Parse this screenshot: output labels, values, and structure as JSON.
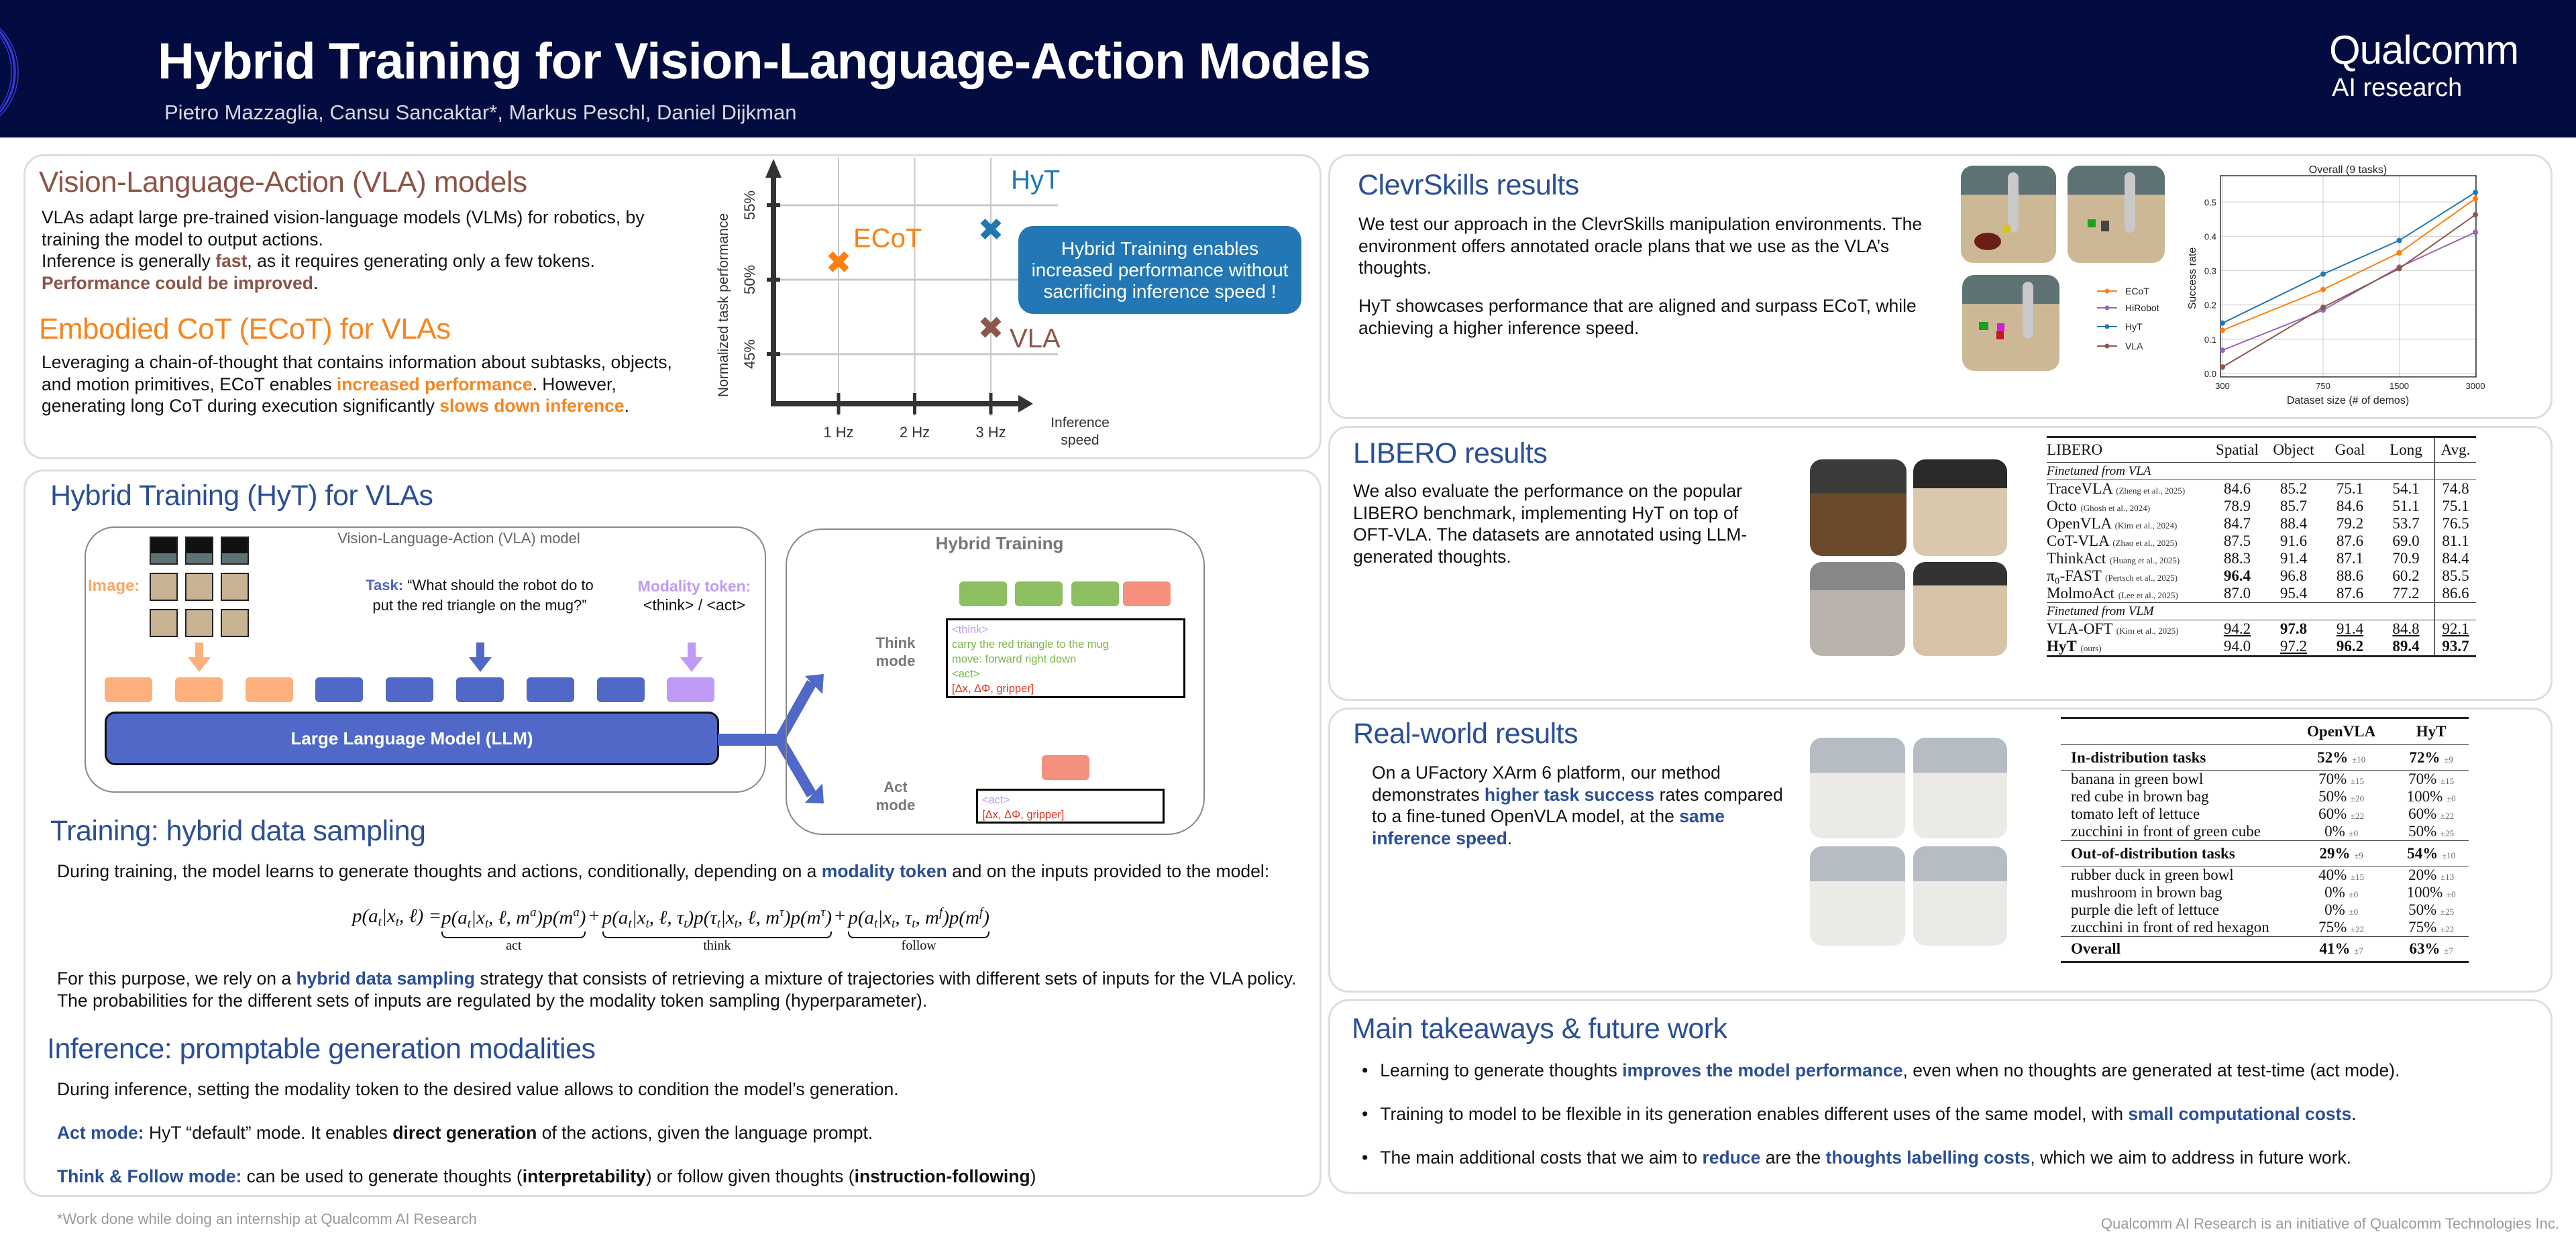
{
  "header": {
    "title": "Hybrid Training for Vision-Language-Action Models",
    "authors": "Pietro Mazzaglia, Cansu Sancaktar*, Markus Peschl, Daniel Dijkman",
    "logo_brand": "Qualcomm",
    "logo_sub": "AI research"
  },
  "colors": {
    "header_bg": "#020c40",
    "heading_blue": "#2b4f96",
    "vla_brown": "#8b5446",
    "ecot_orange": "#f7851f",
    "callout_blue": "#2377b5"
  },
  "vla": {
    "heading": "Vision-Language-Action (VLA) models",
    "para": [
      [
        "VLAs adapt large pre-trained vision-language models (VLMs) for robotics, by training the model to output actions.",
        ""
      ],
      [
        "\nInference is generally ",
        ""
      ],
      [
        "fast",
        "hl-brown"
      ],
      [
        ", as it requires generating only a few tokens.\n",
        ""
      ],
      [
        "Performance could be improved",
        "hl-brown"
      ],
      [
        ".",
        ""
      ]
    ]
  },
  "ecot": {
    "heading": "Embodied CoT (ECoT) for VLAs",
    "para": [
      [
        "Leveraging a chain-of-thought that contains information about subtasks, objects, and motion primitives, ECoT enables ",
        ""
      ],
      [
        "increased performance",
        "hl-orange"
      ],
      [
        ". However, generating long CoT during execution significantly ",
        ""
      ],
      [
        "slows down inference",
        "hl-orange"
      ],
      [
        ".",
        ""
      ]
    ]
  },
  "chart_data": [
    {
      "type": "scatter",
      "xlabel": "Inference speed",
      "ylabel": "Normalized task performance",
      "x_ticks": [
        {
          "value": 1,
          "label": "1 Hz"
        },
        {
          "value": 2,
          "label": "2 Hz"
        },
        {
          "value": 3,
          "label": "3 Hz"
        }
      ],
      "y_ticks": [
        {
          "value": 45,
          "label": "45%"
        },
        {
          "value": 50,
          "label": "50%"
        },
        {
          "value": 55,
          "label": "55%"
        }
      ],
      "grid": true,
      "points": [
        {
          "name": "ECoT",
          "x": 1,
          "y": 51.2,
          "color": "#ff7f0e"
        },
        {
          "name": "HyT",
          "x": 3,
          "y": 53.4,
          "color": "#1f77b4"
        },
        {
          "name": "VLA",
          "x": 3,
          "y": 46.8,
          "color": "#8c564b"
        }
      ],
      "callout": "Hybrid Training enables increased performance without sacrificing inference speed !"
    },
    {
      "type": "line",
      "title": "Overall (9 tasks)",
      "xlabel": "Dataset size (# of demos)",
      "ylabel": "Success rate",
      "x": [
        300,
        750,
        1500,
        3000
      ],
      "x_tick_labels": [
        "300",
        "750",
        "1500",
        "3000"
      ],
      "xscale": "log",
      "ylim": [
        0,
        0.55
      ],
      "y_ticks": [
        0.0,
        0.1,
        0.2,
        0.3,
        0.4,
        0.5
      ],
      "y_tick_labels": [
        "0.0",
        "0.1",
        "0.2",
        "0.3",
        "0.4",
        "0.5"
      ],
      "grid": true,
      "legend": "left-outside",
      "series": [
        {
          "name": "ECoT",
          "color": "#ff7f0e",
          "values": [
            0.126,
            0.245,
            0.352,
            0.51
          ]
        },
        {
          "name": "HiRobot",
          "color": "#9467bd",
          "values": [
            0.068,
            0.185,
            0.31,
            0.412
          ]
        },
        {
          "name": "HyT",
          "color": "#1f77b4",
          "values": [
            0.147,
            0.29,
            0.388,
            0.528
          ]
        },
        {
          "name": "VLA",
          "color": "#8c564b",
          "values": [
            0.019,
            0.193,
            0.306,
            0.463
          ]
        }
      ]
    }
  ],
  "hyt": {
    "heading": "Hybrid Training (HyT) for VLAs",
    "diagram": {
      "vla_box_title": "Vision-Language-Action (VLA) model",
      "image_label": "Image:",
      "task_label": "Task:",
      "task_text": "“What should the robot do to put the red triangle on the mug?”",
      "modality_label": "Modality token:",
      "modality_values": "<think> / <act>",
      "llm_label": "Large Language Model (LLM)",
      "hybrid_title": "Hybrid Training",
      "think_mode": "Think mode",
      "act_mode": "Act mode",
      "think_box": [
        "<think>",
        "carry the red triangle to the mug",
        "move: forward right down",
        "<act>",
        "[Δx, ΔΦ, gripper]"
      ],
      "act_box": [
        "<act>",
        "[Δx, ΔΦ, gripper]"
      ]
    },
    "training_heading": "Training: hybrid data sampling",
    "training_para": [
      [
        "During training, the model learns to generate thoughts and actions, conditionally, depending on a ",
        ""
      ],
      [
        "modality token",
        "hl-blue"
      ],
      [
        " and on the inputs provided to the model:",
        ""
      ]
    ],
    "formula": {
      "lhs": [
        [
          "p(a",
          ""
        ],
        [
          "t",
          "sub"
        ],
        [
          "|x",
          ""
        ],
        [
          "t",
          "sub"
        ],
        [
          ", ℓ) = ",
          ""
        ]
      ],
      "act": [
        [
          "p(a",
          ""
        ],
        [
          "t",
          "sub"
        ],
        [
          "|x",
          ""
        ],
        [
          "t",
          "sub"
        ],
        [
          ", ℓ, m",
          ""
        ],
        [
          "a",
          "sup"
        ],
        [
          ")p(m",
          ""
        ],
        [
          "a",
          "sup"
        ],
        [
          ")",
          ""
        ]
      ],
      "think": [
        [
          "p(a",
          ""
        ],
        [
          "t",
          "sub"
        ],
        [
          "|x",
          ""
        ],
        [
          "t",
          "sub"
        ],
        [
          ", ℓ, τ",
          ""
        ],
        [
          "t",
          "sub"
        ],
        [
          ")p(τ",
          ""
        ],
        [
          "t",
          "sub"
        ],
        [
          "|x",
          ""
        ],
        [
          "t",
          "sub"
        ],
        [
          ", ℓ, m",
          ""
        ],
        [
          "τ",
          "sup"
        ],
        [
          ")p(m",
          ""
        ],
        [
          "τ",
          "sup"
        ],
        [
          ")",
          ""
        ]
      ],
      "follow": [
        [
          "p(a",
          ""
        ],
        [
          "t",
          "sub"
        ],
        [
          "|x",
          ""
        ],
        [
          "t",
          "sub"
        ],
        [
          ", τ",
          ""
        ],
        [
          "t",
          "sub"
        ],
        [
          ", m",
          ""
        ],
        [
          "f",
          "sup"
        ],
        [
          ")p(m",
          ""
        ],
        [
          "f",
          "sup"
        ],
        [
          ")",
          ""
        ]
      ],
      "plus": "+",
      "act_label": "act",
      "think_label": "think",
      "follow_label": "follow"
    },
    "sampling_para": [
      [
        "For this purpose, we rely on a ",
        ""
      ],
      [
        "hybrid data sampling",
        "hl-blue"
      ],
      [
        " strategy that consists of retrieving a mixture of trajectories with different sets of inputs for the VLA policy. The probabilities for the different sets of inputs are regulated by the modality token sampling (hyperparameter).",
        ""
      ]
    ],
    "inference_heading": "Inference: promptable generation modalities",
    "inference_para": [
      [
        "During inference, setting the modality token to the desired value allows to condition the model’s generation.",
        ""
      ]
    ],
    "act_para": [
      [
        "Act mode:",
        "hl-blue"
      ],
      [
        " HyT “default” mode. It enables ",
        ""
      ],
      [
        "direct generation",
        "b"
      ],
      [
        " of the actions, given the language prompt.",
        ""
      ]
    ],
    "think_para": [
      [
        "Think & Follow mode:",
        "hl-blue"
      ],
      [
        "  can be used to generate thoughts (",
        ""
      ],
      [
        "interpretability",
        "b"
      ],
      [
        ") or follow given thoughts (",
        ""
      ],
      [
        "instruction-following",
        "b"
      ],
      [
        ")",
        ""
      ]
    ]
  },
  "footnote": "*Work done while doing an internship at Qualcomm AI Research",
  "clevr": {
    "heading": "ClevrSkills results",
    "para1": [
      [
        "We test our approach in the ClevrSkills manipulation environments. The environment offers annotated oracle plans that we use as the VLA’s thoughts.",
        ""
      ]
    ],
    "para2": [
      [
        "HyT showcases performance that are aligned and surpass ECoT, while achieving a higher inference speed.",
        ""
      ]
    ]
  },
  "libero": {
    "heading": "LIBERO results",
    "para": [
      [
        "We also evaluate the performance on the popular LIBERO benchmark, implementing HyT on top of OFT-VLA. The datasets are annotated using LLM-generated thoughts.",
        ""
      ]
    ],
    "table": {
      "headers": [
        "LIBERO",
        "Spatial",
        "Object",
        "Goal",
        "Long",
        "Avg."
      ],
      "groups": [
        {
          "label": "Finetuned from VLA",
          "rows": [
            {
              "name": "TraceVLA",
              "cite": "(Zheng et al., 2025)",
              "values": [
                "84.6",
                "85.2",
                "75.1",
                "54.1",
                "74.8"
              ],
              "bold": [],
              "underline": []
            },
            {
              "name": "Octo",
              "cite": "(Ghosh et al., 2024)",
              "values": [
                "78.9",
                "85.7",
                "84.6",
                "51.1",
                "75.1"
              ],
              "bold": [],
              "underline": []
            },
            {
              "name": "OpenVLA",
              "cite": "(Kim et al., 2024)",
              "values": [
                "84.7",
                "88.4",
                "79.2",
                "53.7",
                "76.5"
              ],
              "bold": [],
              "underline": []
            },
            {
              "name": "CoT-VLA",
              "cite": "(Zhao et al., 2025)",
              "values": [
                "87.5",
                "91.6",
                "87.6",
                "69.0",
                "81.1"
              ],
              "bold": [],
              "underline": []
            },
            {
              "name": "ThinkAct",
              "cite": "(Huang et al., 2025)",
              "values": [
                "88.3",
                "91.4",
                "87.1",
                "70.9",
                "84.4"
              ],
              "bold": [],
              "underline": []
            },
            {
              "name": "π₀-FAST",
              "cite": "(Pertsch et al., 2025)",
              "values": [
                "96.4",
                "96.8",
                "88.6",
                "60.2",
                "85.5"
              ],
              "bold": [
                0
              ],
              "underline": []
            },
            {
              "name": "MolmoAct",
              "cite": "(Lee et al., 2025)",
              "values": [
                "87.0",
                "95.4",
                "87.6",
                "77.2",
                "86.6"
              ],
              "bold": [],
              "underline": []
            }
          ]
        },
        {
          "label": "Finetuned from VLM",
          "rows": [
            {
              "name": "VLA-OFT",
              "cite": "(Kim et al., 2025)",
              "values": [
                "94.2",
                "97.8",
                "91.4",
                "84.8",
                "92.1"
              ],
              "bold": [
                1
              ],
              "underline": [
                0,
                2,
                3,
                4
              ]
            },
            {
              "name": "HyT",
              "cite": "(ours)",
              "values": [
                "94.0",
                "97.2",
                "96.2",
                "89.4",
                "93.7"
              ],
              "bold": [
                2,
                3,
                4
              ],
              "underline": [
                1
              ],
              "name_bold": true
            }
          ]
        }
      ]
    }
  },
  "realworld": {
    "heading": "Real-world results",
    "para": [
      [
        "On a UFactory XArm 6 platform, our method demonstrates ",
        ""
      ],
      [
        "higher task success",
        "hl-blue"
      ],
      [
        " rates compared to a fine-tuned OpenVLA model, at the ",
        ""
      ],
      [
        "same inference speed",
        "hl-blue"
      ],
      [
        ".",
        ""
      ]
    ],
    "table": {
      "headers": [
        "",
        "OpenVLA",
        "HyT"
      ],
      "sections": [
        {
          "label": "In-distribution tasks",
          "openvla": "52%",
          "openvla_std": "±10",
          "hyt": "72%",
          "hyt_std": "±9",
          "tasks": [
            {
              "name": "banana in green bowl",
              "openvla": "70%",
              "openvla_std": "±15",
              "hyt": "70%",
              "hyt_std": "±15"
            },
            {
              "name": "red cube in brown bag",
              "openvla": "50%",
              "openvla_std": "±20",
              "hyt": "100%",
              "hyt_std": "±0"
            },
            {
              "name": "tomato left of lettuce",
              "openvla": "60%",
              "openvla_std": "±22",
              "hyt": "60%",
              "hyt_std": "±22"
            },
            {
              "name": "zucchini in front of green cube",
              "openvla": "0%",
              "openvla_std": "±0",
              "hyt": "50%",
              "hyt_std": "±25"
            }
          ]
        },
        {
          "label": "Out-of-distribution tasks",
          "openvla": "29%",
          "openvla_std": "±9",
          "hyt": "54%",
          "hyt_std": "±10",
          "tasks": [
            {
              "name": "rubber duck in green bowl",
              "openvla": "40%",
              "openvla_std": "±15",
              "hyt": "20%",
              "hyt_std": "±13"
            },
            {
              "name": "mushroom in brown bag",
              "openvla": "0%",
              "openvla_std": "±0",
              "hyt": "100%",
              "hyt_std": "±0"
            },
            {
              "name": "purple die left of lettuce",
              "openvla": "0%",
              "openvla_std": "±0",
              "hyt": "50%",
              "hyt_std": "±25"
            },
            {
              "name": "zucchini in front of red hexagon",
              "openvla": "75%",
              "openvla_std": "±22",
              "hyt": "75%",
              "hyt_std": "±22"
            }
          ]
        }
      ],
      "overall": {
        "label": "Overall",
        "openvla": "41%",
        "openvla_std": "±7",
        "hyt": "63%",
        "hyt_std": "±7"
      }
    }
  },
  "takeaways": {
    "heading": "Main takeaways & future work",
    "bullets": [
      [
        [
          "Learning to generate thoughts ",
          ""
        ],
        [
          "improves the model performance",
          "hl-blue"
        ],
        [
          ", even when no thoughts are generated at test-time (act mode).",
          ""
        ]
      ],
      [
        [
          "Training to model to be flexible in its generation enables different uses of the same model, with ",
          ""
        ],
        [
          "small computational costs",
          "hl-blue"
        ],
        [
          ".",
          ""
        ]
      ],
      [
        [
          "The main additional costs that we aim to ",
          ""
        ],
        [
          "reduce",
          "hl-blue"
        ],
        [
          " are the ",
          ""
        ],
        [
          "thoughts labelling costs",
          "hl-blue"
        ],
        [
          ", which we aim to address in future work.",
          ""
        ]
      ]
    ]
  },
  "footer": "Qualcomm AI Research is an initiative of Qualcomm Technologies Inc."
}
